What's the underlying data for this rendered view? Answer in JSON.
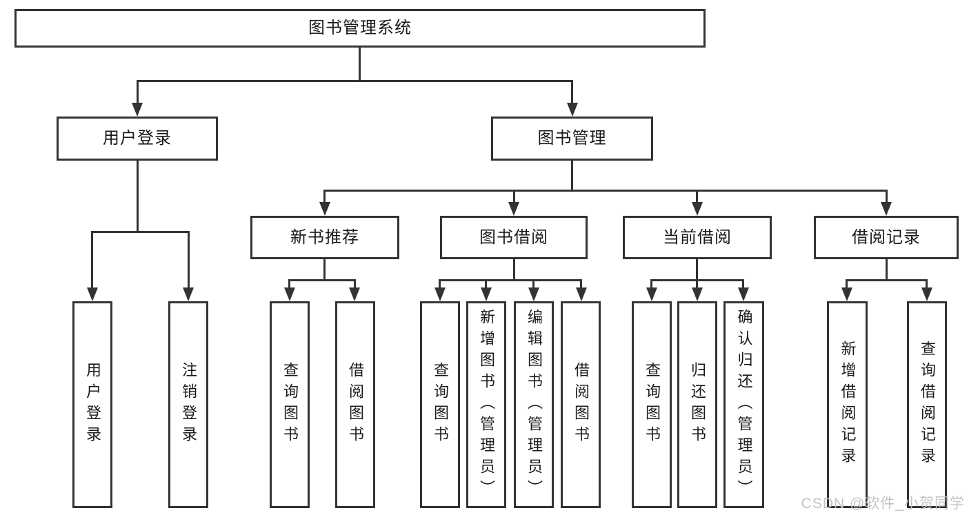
{
  "page": {
    "background": "#ffffff",
    "line_color": "#333333",
    "text_color": "#1a1a1a",
    "watermark_color": "#c3c3c3"
  },
  "watermark": "CSDN @软件_小贺同学",
  "nodes": {
    "root": {
      "label": "图书管理系统",
      "level": 1
    },
    "user_login": {
      "label": "用户登录",
      "level": 2
    },
    "book_mgmt": {
      "label": "图书管理",
      "level": 2
    },
    "new_book_rec": {
      "label": "新书推荐",
      "level": 3
    },
    "book_borrow": {
      "label": "图书借阅",
      "level": 3
    },
    "current_borrow": {
      "label": "当前借阅",
      "level": 3
    },
    "borrow_records": {
      "label": "借阅记录",
      "level": 3
    },
    "leaf_user_login": {
      "label": "用户登录",
      "level": 4
    },
    "leaf_logout": {
      "label": "注销登录",
      "level": 4
    },
    "leaf_nb_query": {
      "label": "查询图书",
      "level": 4
    },
    "leaf_nb_borrow": {
      "label": "借阅图书",
      "level": 4
    },
    "leaf_bb_query": {
      "label": "查询图书",
      "level": 4
    },
    "leaf_bb_add": {
      "label": "新增图书（管理员）",
      "level": 4
    },
    "leaf_bb_edit": {
      "label": "编辑图书（管理员）",
      "level": 4
    },
    "leaf_bb_borrow": {
      "label": "借阅图书",
      "level": 4
    },
    "leaf_cb_query": {
      "label": "查询图书",
      "level": 4
    },
    "leaf_cb_return": {
      "label": "归还图书",
      "level": 4
    },
    "leaf_cb_confirm": {
      "label": "确认归还（管理员）",
      "level": 4
    },
    "leaf_br_add": {
      "label": "新增借阅记录",
      "level": 4
    },
    "leaf_br_query": {
      "label": "查询借阅记录",
      "level": 4
    }
  },
  "edges": [
    [
      "root",
      "user_login"
    ],
    [
      "root",
      "book_mgmt"
    ],
    [
      "user_login",
      "leaf_user_login"
    ],
    [
      "user_login",
      "leaf_logout"
    ],
    [
      "book_mgmt",
      "new_book_rec"
    ],
    [
      "book_mgmt",
      "book_borrow"
    ],
    [
      "book_mgmt",
      "current_borrow"
    ],
    [
      "book_mgmt",
      "borrow_records"
    ],
    [
      "new_book_rec",
      "leaf_nb_query"
    ],
    [
      "new_book_rec",
      "leaf_nb_borrow"
    ],
    [
      "book_borrow",
      "leaf_bb_query"
    ],
    [
      "book_borrow",
      "leaf_bb_add"
    ],
    [
      "book_borrow",
      "leaf_bb_edit"
    ],
    [
      "book_borrow",
      "leaf_bb_borrow"
    ],
    [
      "current_borrow",
      "leaf_cb_query"
    ],
    [
      "current_borrow",
      "leaf_cb_return"
    ],
    [
      "current_borrow",
      "leaf_cb_confirm"
    ],
    [
      "borrow_records",
      "leaf_br_add"
    ],
    [
      "borrow_records",
      "leaf_br_query"
    ]
  ]
}
